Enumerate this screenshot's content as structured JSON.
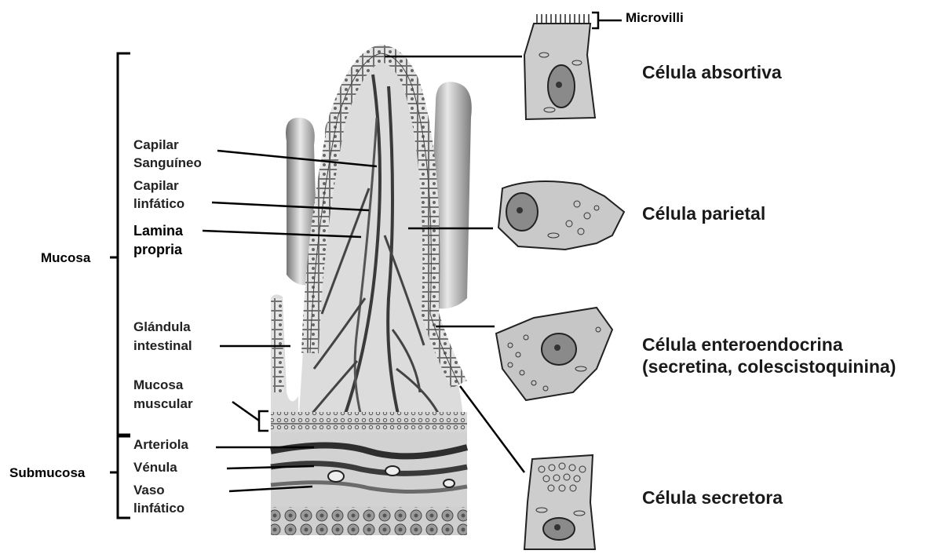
{
  "labels": {
    "microvilli": "Microvilli",
    "mucosa": "Mucosa",
    "submucosa": "Submucosa",
    "capilar_sanguineo": [
      "Capilar",
      "Sanguíneo"
    ],
    "capilar_linfatico": [
      "Capilar",
      "linfático"
    ],
    "lamina_propria": [
      "Lamina",
      "propria"
    ],
    "glandula_intestinal": [
      "Glándula",
      "intestinal"
    ],
    "mucosa_muscular": [
      "Mucosa",
      "muscular"
    ],
    "arteriola": "Arteriola",
    "venula": "Vénula",
    "vaso_linfatico": [
      "Vaso",
      "linfático"
    ],
    "celula_absortiva": "Célula absortiva",
    "celula_parietal": "Célula parietal",
    "celula_enteroendocrina": [
      "Célula enteroendocrina",
      "(secretina, colescistoquinina)"
    ],
    "celula_secretora": "Célula secretora"
  },
  "colors": {
    "ink": "#111111",
    "tissue_light": "#d9d9d9",
    "tissue_mid": "#a8a8a8",
    "vessel_dark": "#3a3a3a",
    "villus_shade": "#8e8e8e"
  }
}
